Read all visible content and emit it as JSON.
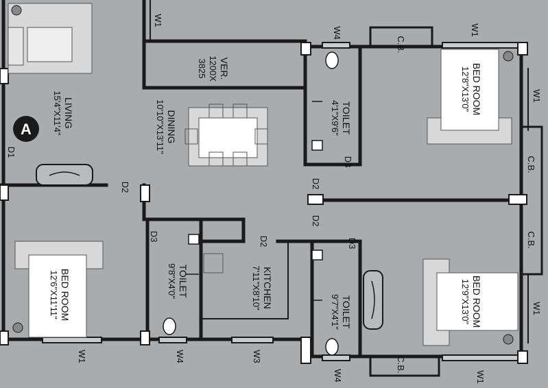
{
  "colors": {
    "background": "#a9abad",
    "wall": "#1a1a1a",
    "furniture_fill": "#ffffff",
    "furniture_shadow": "#d8d8d8"
  },
  "rooms": {
    "living": {
      "name": "LIVING",
      "dims": "15'4\"X11'4\""
    },
    "dining": {
      "name": "DINING",
      "dims": "10'10\"X13'11\""
    },
    "verandah": {
      "name": "VER.",
      "dims_a": "1200X",
      "dims_b": "3825"
    },
    "toilet_top": {
      "name": "TOILET",
      "dims": "4'1\"X9'6\""
    },
    "bed_top_right": {
      "name": "BED ROOM",
      "dims": "12'8\"X13'0\""
    },
    "bed_left": {
      "name": "BED ROOM",
      "dims": "12'6\"X11'11\""
    },
    "toilet_left": {
      "name": "TOILET",
      "dims": "9'8\"X4'0\""
    },
    "kitchen": {
      "name": "KITCHEN",
      "dims": "7'11\"X8'10\""
    },
    "toilet_mid": {
      "name": "TOILET",
      "dims": "9'7\"X4'1\""
    },
    "bed_bottom_right": {
      "name": "BED ROOM",
      "dims": "12'9\"X13'0\""
    }
  },
  "markers": {
    "unit": "A",
    "w1": "W1",
    "w3": "W3",
    "w4": "W4",
    "d1": "D1",
    "d2": "D2",
    "d3": "D3",
    "cb": "C.B."
  }
}
